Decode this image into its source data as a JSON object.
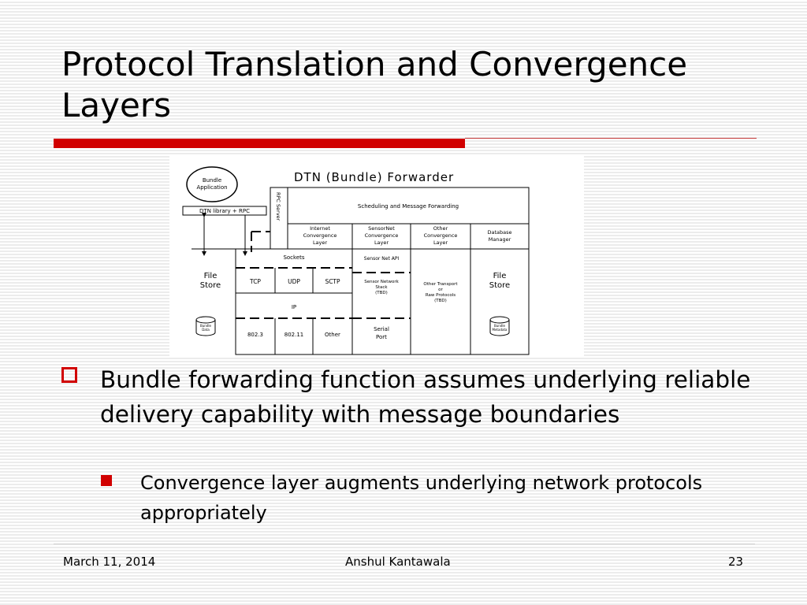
{
  "slide": {
    "title": "Protocol Translation and Convergence Layers",
    "accent_color": "#d10000"
  },
  "diagram": {
    "heading": "DTN (Bundle) Forwarder",
    "bundle_application": [
      "Bundle",
      "Application"
    ],
    "dtn_library": "DTN library + RPC",
    "rpc_server": "RPC Server",
    "scheduling": "Scheduling and Message Forwarding",
    "internet_cl": [
      "Internet",
      "Convergence",
      "Layer"
    ],
    "sensornet_cl": [
      "SensorNet",
      "Convergence",
      "Layer"
    ],
    "other_cl": [
      "Other",
      "Convergence",
      "Layer"
    ],
    "database_manager": [
      "Database",
      "Manager"
    ],
    "file_store_left": [
      "File",
      "Store"
    ],
    "file_store_right": [
      "File",
      "Store"
    ],
    "bundle_data": [
      "Bundle",
      "Data"
    ],
    "bundle_metadata": [
      "Bundle",
      "Metadata"
    ],
    "sockets": "Sockets",
    "tcp": "TCP",
    "udp": "UDP",
    "sctp": "SCTP",
    "ip": "IP",
    "l2_8023": "802.3",
    "l2_80211": "802.11",
    "l2_other": "Other",
    "sensor_net_api": "Sensor Net API",
    "sensor_network_stack": [
      "Sensor Network",
      "Stack",
      "(TBD)"
    ],
    "serial_port": [
      "Serial",
      "Port"
    ],
    "other_transport": [
      "Other Transport",
      "or",
      "Raw Protocols",
      "(TBD)"
    ]
  },
  "bullets": [
    {
      "text": "Bundle forwarding function assumes underlying reliable delivery capability with message boundaries",
      "sub": [
        {
          "text": "Convergence layer augments underlying network protocols appropriately"
        }
      ]
    }
  ],
  "footer": {
    "date": "March 11, 2014",
    "author": "Anshul Kantawala",
    "page": "23"
  }
}
